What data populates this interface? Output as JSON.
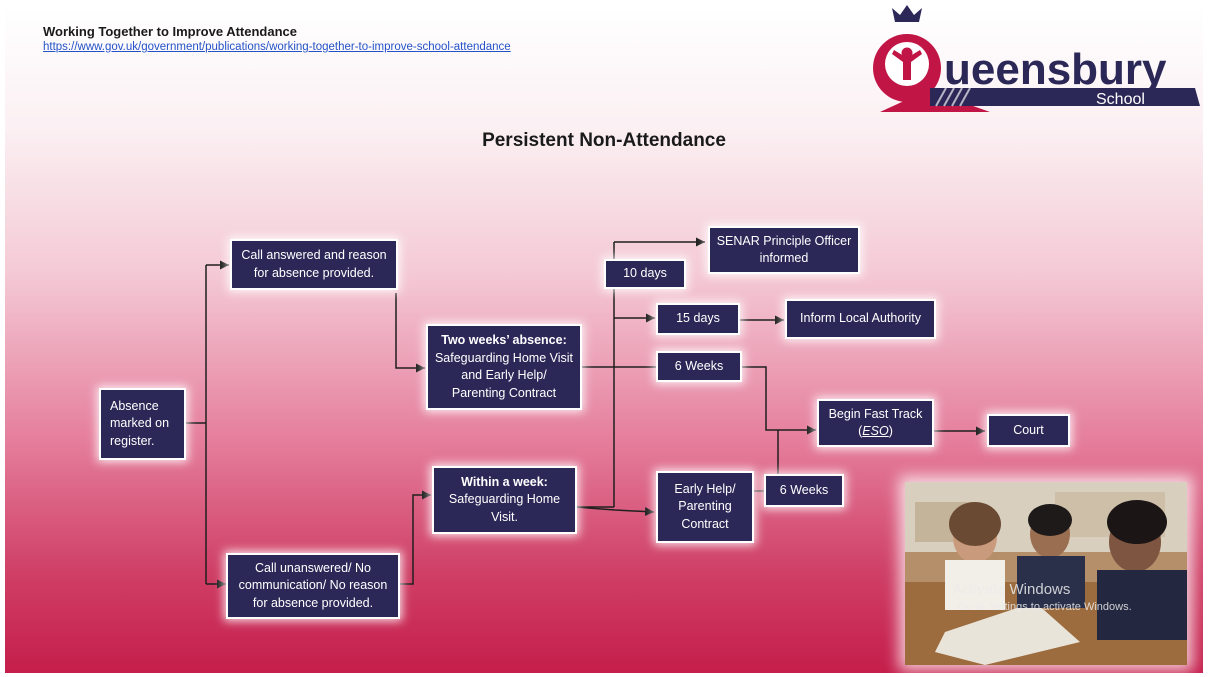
{
  "header": {
    "title": "Working Together to Improve Attendance",
    "link": "https://www.gov.uk/government/publications/working-together-to-improve-school-attendance"
  },
  "logo": {
    "wordmark": "ueensbury",
    "school": "School"
  },
  "main_title": "Persistent Non-Attendance",
  "nodes": {
    "absence": "Absence marked on register.",
    "call_answered": "Call answered and reason for absence provided.",
    "call_unanswered": "Call unanswered/ No communication/ No reason for absence provided.",
    "two_weeks_heading": "Two weeks’ absence:",
    "two_weeks_body": "Safeguarding Home Visit and Early Help/ Parenting Contract",
    "within_week_heading": "Within a week:",
    "within_week_body": "Safeguarding Home Visit.",
    "ten_days": "10 days",
    "fifteen_days": "15 days",
    "six_weeks_a": "6 Weeks",
    "senar": "SENAR Principle Officer informed",
    "inform_la": "Inform Local Authority",
    "early_help": "Early Help/ Parenting Contract",
    "six_weeks_b": "6 Weeks",
    "fast_track_pre": "Begin Fast Track (",
    "fast_track_eso": "ESO",
    "fast_track_post": ")",
    "court": "Court"
  },
  "watermark": {
    "line1": "Activate Windows",
    "line2": "Go to Settings to activate Windows."
  },
  "colors": {
    "box": "#2b2858",
    "brand": "#c01545",
    "link": "#2453c8"
  }
}
